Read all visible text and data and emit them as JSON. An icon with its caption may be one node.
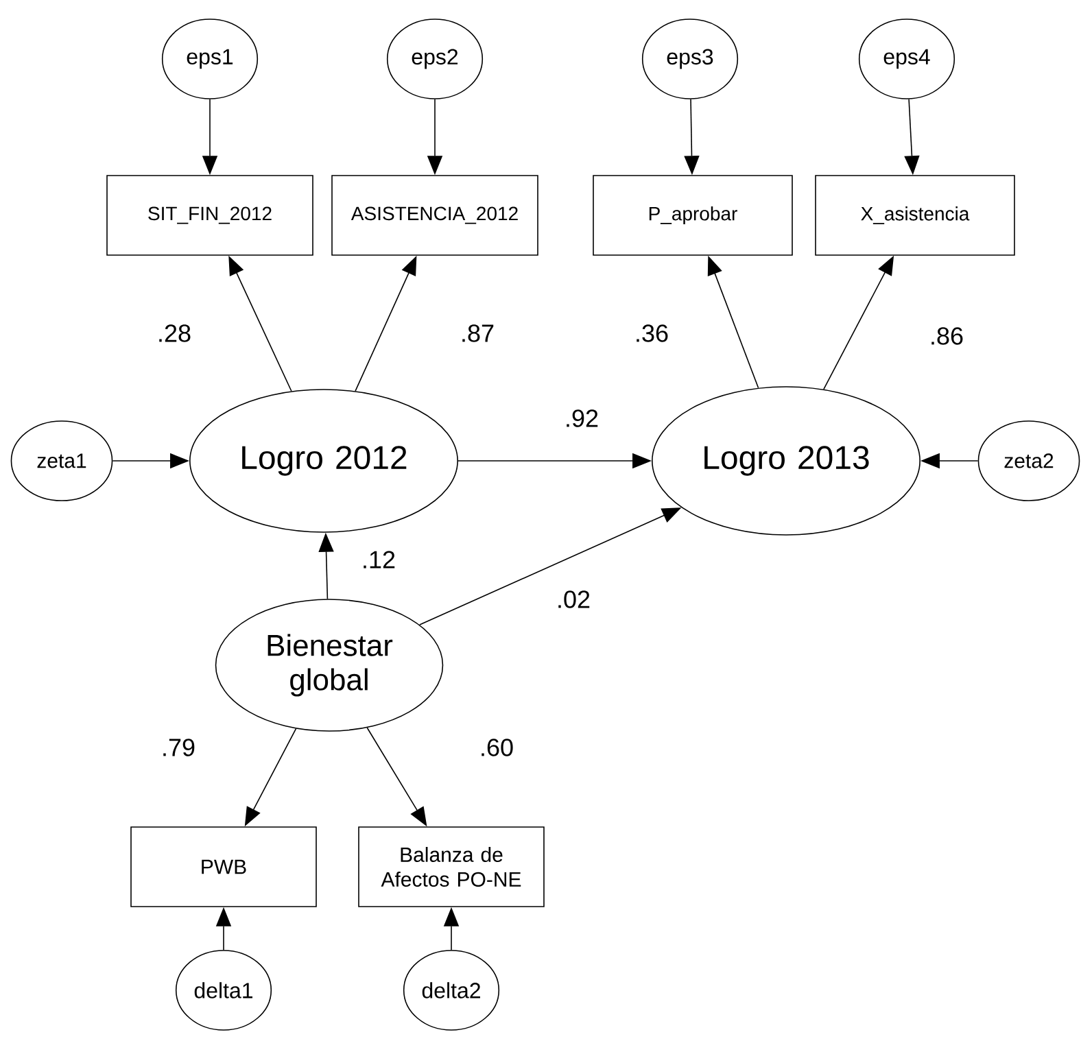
{
  "diagram": {
    "nodes": [
      {
        "text": [
          "eps1"
        ]
      },
      {
        "text": [
          "eps2"
        ]
      },
      {
        "text": [
          "eps3"
        ]
      },
      {
        "text": [
          "eps4"
        ]
      },
      {
        "text": [
          "SIT_FIN_2012"
        ]
      },
      {
        "text": [
          "ASISTENCIA_2012"
        ]
      },
      {
        "text": [
          "P_aprobar"
        ]
      },
      {
        "text": [
          "X_asistencia"
        ]
      },
      {
        "text": [
          "zeta1"
        ]
      },
      {
        "text": [
          "Logro 2012"
        ]
      },
      {
        "text": [
          "Logro 2013"
        ]
      },
      {
        "text": [
          "zeta2"
        ]
      },
      {
        "text": [
          "Bienestar global"
        ]
      },
      {
        "text": [
          "PWB"
        ]
      },
      {
        "text": [
          "Balanza de Afectos PO-NE"
        ]
      },
      {
        "text": [
          "delta1"
        ]
      },
      {
        "text": [
          "delta2"
        ]
      }
    ],
    "edges": [
      {
        "from": 0,
        "to": 4,
        "arrow": "to"
      },
      {
        "from": 1,
        "to": 5,
        "arrow": "to"
      },
      {
        "from": 2,
        "to": 6,
        "arrow": "to"
      },
      {
        "from": 3,
        "to": 7,
        "arrow": "to"
      },
      {
        "from": 9,
        "to": 4,
        "arrow": "to",
        "label": ".28"
      },
      {
        "from": 9,
        "to": 5,
        "arrow": "to",
        "label": ".87"
      },
      {
        "from": 10,
        "to": 6,
        "arrow": "to",
        "label": ".36"
      },
      {
        "from": 10,
        "to": 7,
        "arrow": "to",
        "label": ".86"
      },
      {
        "from": 8,
        "to": 9,
        "arrow": "to"
      },
      {
        "from": 9,
        "to": 10,
        "arrow": "to",
        "label": ".92"
      },
      {
        "from": 11,
        "to": 10,
        "arrow": "to"
      },
      {
        "from": 12,
        "to": 9,
        "arrow": "to",
        "label": ".12"
      },
      {
        "from": 12,
        "to": 10,
        "arrow": "to",
        "label": ".02"
      },
      {
        "from": 12,
        "to": 13,
        "arrow": "to",
        "label": ".79"
      },
      {
        "from": 12,
        "to": 14,
        "arrow": "to",
        "label": ".60"
      },
      {
        "from": 15,
        "to": 13,
        "arrow": "to"
      },
      {
        "from": 16,
        "to": 14,
        "arrow": "to"
      }
    ]
  }
}
